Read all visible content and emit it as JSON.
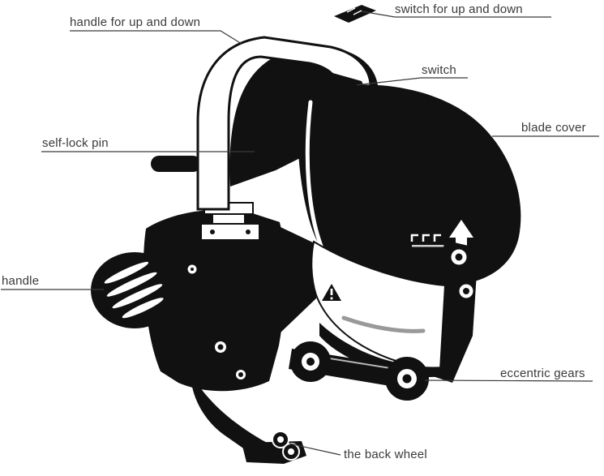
{
  "page": {
    "background": "#ffffff",
    "ink_color": "#111111",
    "label_color": "#3a3a3a",
    "leader_line_color": "#3a3a3a"
  },
  "diagram": {
    "labels": {
      "handle_up_down": "handle for up and down",
      "switch_up_down": "switch for up and down",
      "switch": "switch",
      "self_lock_pin": "self-lock pin",
      "blade_cover": "blade cover",
      "handle": "handle",
      "eccentric_gears": "eccentric gears",
      "back_wheel": "the back wheel"
    },
    "icons": {
      "warning": "warning-triangle-icon",
      "up_arrow": "up-arrow-icon",
      "brand": "brand-logo-swoosh"
    }
  }
}
